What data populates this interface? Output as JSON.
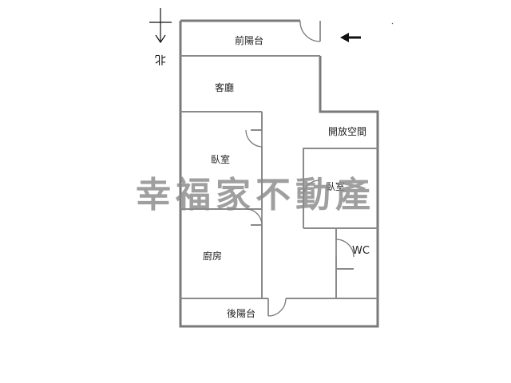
{
  "rooms": {
    "front_balcony": "前陽台",
    "living_room": "客廳",
    "open_space": "開放空間",
    "bedroom_left": "臥室",
    "bedroom_right": "臥室",
    "wc": "WC",
    "kitchen": "廚房",
    "rear_balcony": "後陽台"
  },
  "compass": {
    "north_label": "北",
    "icon": "north-arrow-icon"
  },
  "entrance": {
    "icon": "entrance-arrow-icon"
  },
  "watermark": {
    "text": "幸福家不動產"
  },
  "colors": {
    "wall": "#7a7a7a",
    "watermark": "#8a8a8a",
    "text": "#222222"
  }
}
